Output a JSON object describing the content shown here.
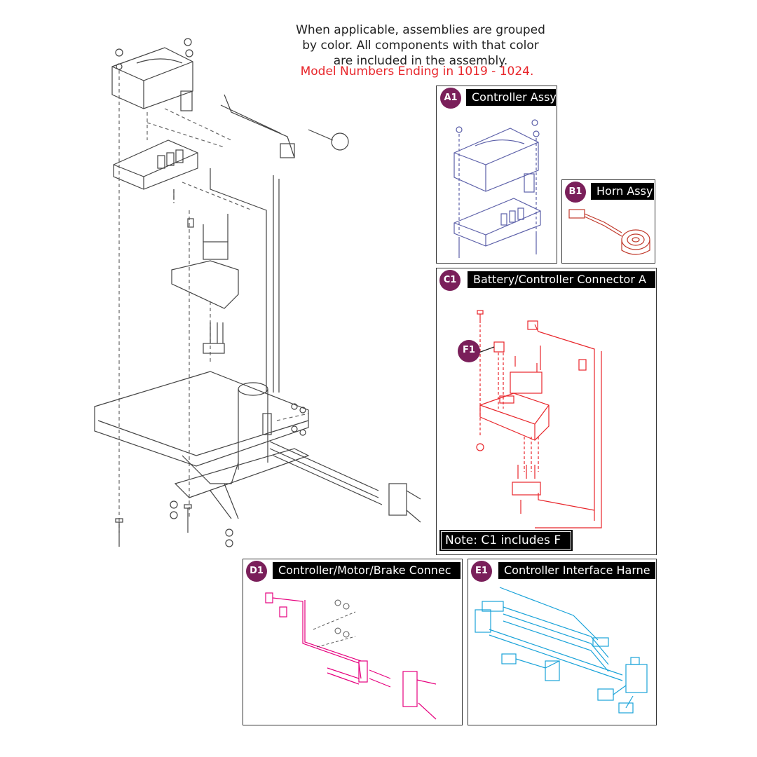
{
  "header": {
    "note_lines": [
      "When applicable, assemblies are grouped",
      "by color. All components with that color",
      "are included in the assembly."
    ],
    "model_text": "Model Numbers Ending in 1019 - 1024."
  },
  "panels": {
    "a1": {
      "badge": "A1",
      "title": "Controller Assy"
    },
    "b1": {
      "badge": "B1",
      "title": "Horn Assy"
    },
    "c1": {
      "badge": "C1",
      "title": "Battery/Controller Connector A"
    },
    "d1": {
      "badge": "D1",
      "title": "Controller/Motor/Brake Connec"
    },
    "e1": {
      "badge": "E1",
      "title": "Controller Interface Harne"
    }
  },
  "callout_f1": "F1",
  "c1_note": "Note: C1 includes F",
  "colors": {
    "a1": "#5b5fa8",
    "b1": "#c0392b",
    "c1": "#e8262b",
    "d1": "#e6007e",
    "e1": "#1aa3d9",
    "badge": "#7a1f5a",
    "main_lines": "#444444"
  }
}
